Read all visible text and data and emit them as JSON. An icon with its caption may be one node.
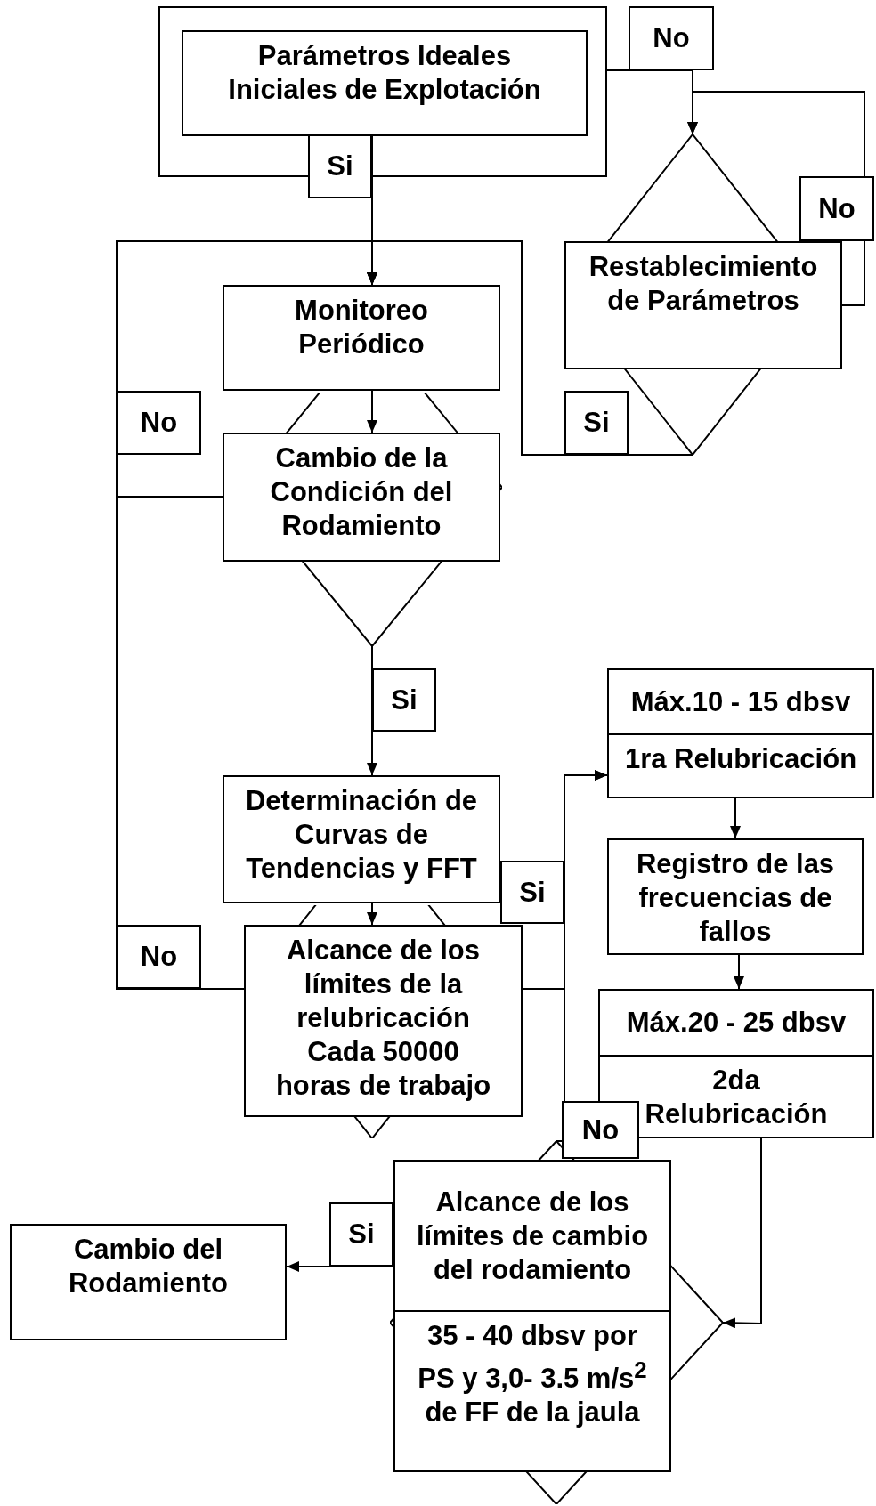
{
  "diagram": {
    "nodes": [
      {
        "text": [],
        "shape": "box"
      },
      {
        "text": [
          "Parámetros Ideales Iniciales de Explotación"
        ],
        "in": 0
      },
      {
        "text": [
          "Restablecimiento de Parámetros"
        ]
      },
      {
        "text": [
          "Monitoreo Periódico"
        ]
      },
      {
        "text": [
          "Cambio de la Condición del Rodamiento"
        ]
      },
      {
        "text": [
          "Máx.10 - 15 dbsv",
          "1ra Relubricación"
        ]
      },
      {
        "text": [
          "Determinación de Curvas de Tendencias y FFT"
        ]
      },
      {
        "text": [
          "Registro de las frecuencias de fallos"
        ]
      },
      {
        "text": [
          "Alcance de los límites de la relubricación Cada 50000 horas de trabajo"
        ]
      },
      {
        "text": [
          "Máx.20 - 25 dbsv",
          "2da Relubricación"
        ]
      },
      {
        "text": [
          "Cambio del Rodamiento"
        ]
      },
      {
        "text": [
          "Alcance de los límites de cambio del rodamiento",
          "35 - 40 dbsv por PS y 3,0- 3.5 m/s$^{2}$ de FF de la jaula"
        ]
      }
    ],
    "edges": [
      {
        "from": 1,
        "to": 3,
        "arrow": "to",
        "label": "Si"
      },
      {
        "from": 0,
        "to": 2,
        "arrow": "to",
        "label": "No"
      },
      {
        "from": 2,
        "to": 2,
        "arrow": "to",
        "label": "No"
      },
      {
        "from": 2,
        "to": 3,
        "arrow": "to",
        "label": "Si"
      },
      {
        "from": 4,
        "to": 3,
        "arrow": "to",
        "label": "No"
      },
      {
        "from": 3,
        "to": 4,
        "arrow": "to"
      },
      {
        "from": 4,
        "to": 6,
        "arrow": "to",
        "label": "Si"
      },
      {
        "from": 6,
        "to": 8,
        "arrow": "to"
      },
      {
        "from": 8,
        "to": 3,
        "arrow": "to",
        "label": "No"
      },
      {
        "from": 8,
        "to": 5,
        "arrow": "to",
        "label": "Si"
      },
      {
        "from": 5,
        "to": 7,
        "arrow": "to"
      },
      {
        "from": 7,
        "to": 9,
        "arrow": "to"
      },
      {
        "from": 11,
        "to": 5,
        "arrow": "to",
        "label": "No"
      },
      {
        "from": 11,
        "to": 10,
        "arrow": "to",
        "label": "Si"
      },
      {
        "from": 9,
        "to": 11,
        "arrow": "to"
      }
    ]
  }
}
